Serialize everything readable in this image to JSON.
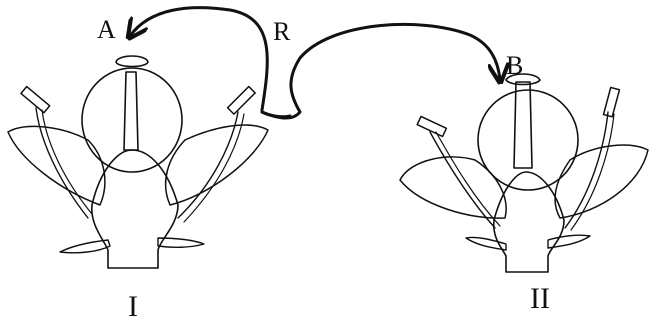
{
  "labels": {
    "A": "A",
    "R": "R",
    "B": "B",
    "flower_one": "I",
    "flower_two": "II"
  },
  "colors": {
    "ink": "#111111",
    "petal_shade": "#9a9a9a",
    "petal_light": "#d6d6d6",
    "background": "#ffffff"
  }
}
